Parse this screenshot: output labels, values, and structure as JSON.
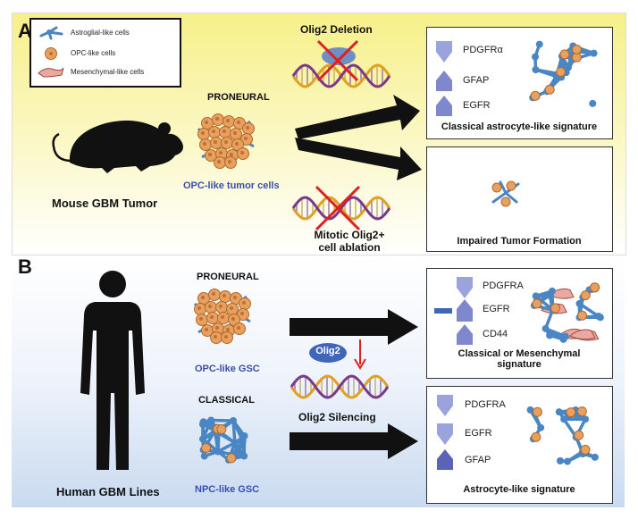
{
  "panels": {
    "a": "A",
    "b": "B"
  },
  "legend": {
    "astroglial": "Astroglial-like cells",
    "opc": "OPC-like cells",
    "mesenchymal": "Mesenchymal-like cells"
  },
  "panel_a": {
    "subtype": "PRONEURAL",
    "cells": "OPC-like tumor cells",
    "source": "Mouse GBM Tumor",
    "deletion": "Olig2 Deletion",
    "ablation_line1": "Mitotic Olig2+",
    "ablation_line2": "cell ablation",
    "box1": {
      "markers": [
        "PDGFRα",
        "GFAP",
        "EGFR"
      ],
      "signature": "Classical astrocyte-like signature"
    },
    "box2": {
      "signature": "Impaired Tumor Formation"
    }
  },
  "panel_b": {
    "subtype1": "PRONEURAL",
    "cells1": "OPC-like GSC",
    "subtype2": "CLASSICAL",
    "cells2": "NPC-like GSC",
    "source": "Human GBM Lines",
    "olig2": "Olig2",
    "silencing": "Olig2 Silencing",
    "box1": {
      "markers": [
        "PDGFRA",
        "EGFR",
        "CD44"
      ],
      "signature_line1": "Classical or Mesenchymal",
      "signature_line2": "signature"
    },
    "box2": {
      "markers": [
        "PDGFRA",
        "EGFR",
        "GFAP"
      ],
      "signature": "Astrocyte-like signature"
    }
  },
  "colors": {
    "arrow_down": "#9aa3dc",
    "arrow_up": "#5a63b8",
    "opc_cell": "#e8a060",
    "astro_cell": "#4a86c4",
    "dna_a": "#e0a020",
    "dna_b": "#7a3a8a"
  }
}
